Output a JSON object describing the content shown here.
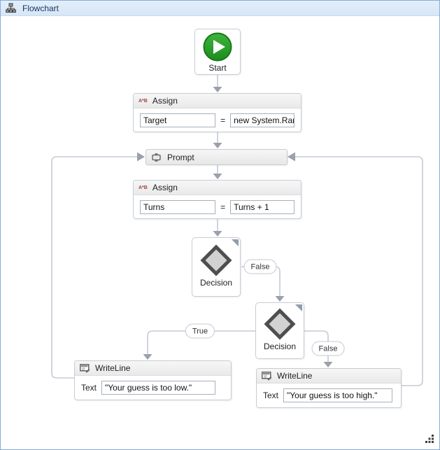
{
  "window": {
    "title": "Flowchart"
  },
  "canvas": {
    "start": {
      "label": "Start"
    },
    "assign_target": {
      "title": "Assign",
      "icon_label": "A*B",
      "to": "Target",
      "equals": "=",
      "value": "new System.Random"
    },
    "prompt": {
      "title": "Prompt"
    },
    "assign_turns": {
      "title": "Assign",
      "icon_label": "A*B",
      "to": "Turns",
      "equals": "=",
      "value": "Turns + 1"
    },
    "decision_first": {
      "label": "Decision"
    },
    "decision_second": {
      "label": "Decision"
    },
    "writeline_low": {
      "title": "WriteLine",
      "text_label": "Text",
      "value": "\"Your guess is too low.\""
    },
    "writeline_high": {
      "title": "WriteLine",
      "text_label": "Text",
      "value": "\"Your guess is too high.\""
    },
    "branches": {
      "false_first": "False",
      "true_second": "True",
      "false_second": "False"
    }
  },
  "icons": {
    "titlebar": "flowchart-icon",
    "assign": "assign-ab-icon",
    "prompt": "activity-icon",
    "decision": "diamond-icon",
    "writeline": "writeline-console-icon",
    "start": "play-icon",
    "grip": "resize-grip-icon"
  },
  "colors": {
    "start_green": "#2aa02a",
    "connector": "#c6cad4",
    "arrowhead": "#9aa0ac",
    "titlebar_bg": "#dce8f7",
    "frame_border": "#86aed9",
    "diamond_fill": "#d2d2d2",
    "diamond_stroke": "#4e4e4e",
    "corner_triangle": "#8f9dae"
  }
}
